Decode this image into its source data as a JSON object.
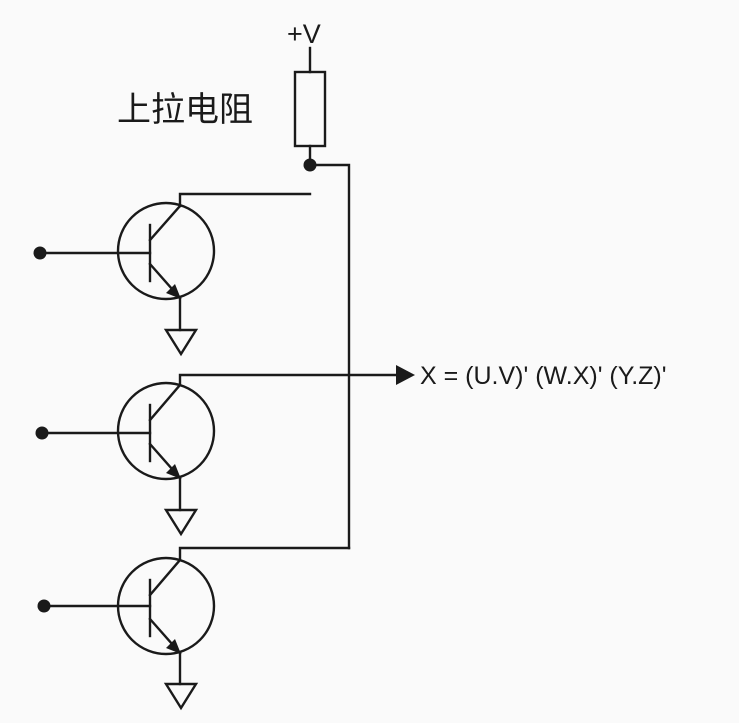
{
  "labels": {
    "supply": "+V",
    "pull_up_resistor": "上拉电阻",
    "output_expression": "X = (U.V)' (W.X)' (Y.Z)'"
  },
  "colors": {
    "ink": "#1a1a1a",
    "background": "#fafafa"
  },
  "components": {
    "resistor_count": 1,
    "transistor_type": "NPN",
    "transistor_count": 3,
    "ground_symbol_count": 3
  }
}
